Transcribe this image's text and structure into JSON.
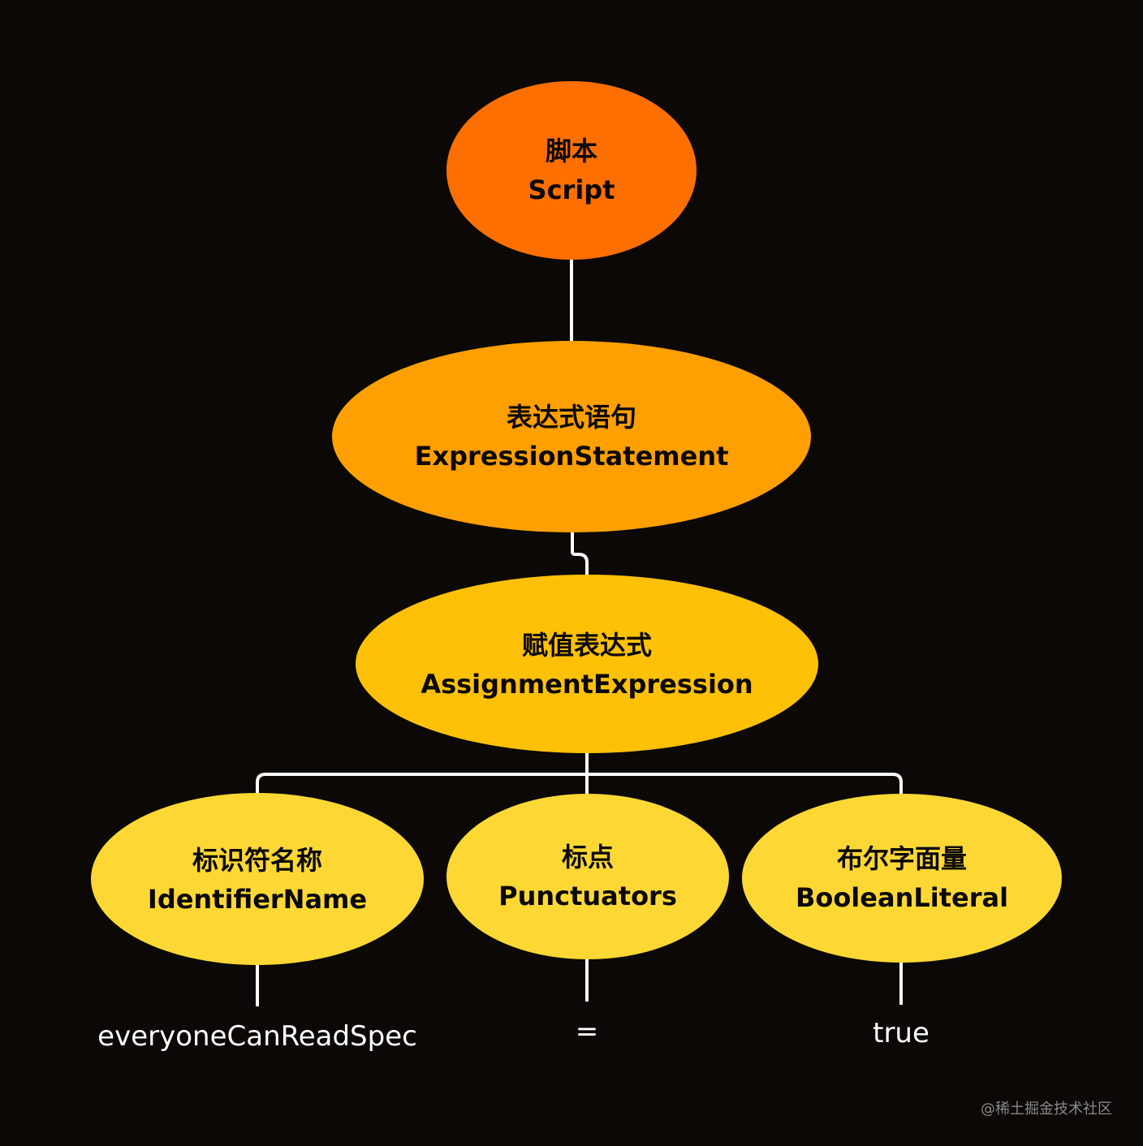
{
  "diagram": {
    "nodes": {
      "script": {
        "zh": "脚本",
        "en": "Script",
        "color": "#ff6f00"
      },
      "expression_statement": {
        "zh": "表达式语句",
        "en": "ExpressionStatement",
        "color": "#ffa000"
      },
      "assignment_expression": {
        "zh": "赋值表达式",
        "en": "AssignmentExpression",
        "color": "#ffc107"
      },
      "identifier_name": {
        "zh": "标识符名称",
        "en": "IdentifierName",
        "color": "#fdd835"
      },
      "punctuators": {
        "zh": "标点",
        "en": "Punctuators",
        "color": "#fdd835"
      },
      "boolean_literal": {
        "zh": "布尔字面量",
        "en": "BooleanLiteral",
        "color": "#fdd835"
      }
    },
    "leaves": {
      "identifier_value": "everyoneCanReadSpec",
      "punctuator_value": "=",
      "boolean_value": "true"
    },
    "edge_color": "#ffffff",
    "background_color": "#0b0806"
  },
  "watermark": "@稀土掘金技术社区"
}
